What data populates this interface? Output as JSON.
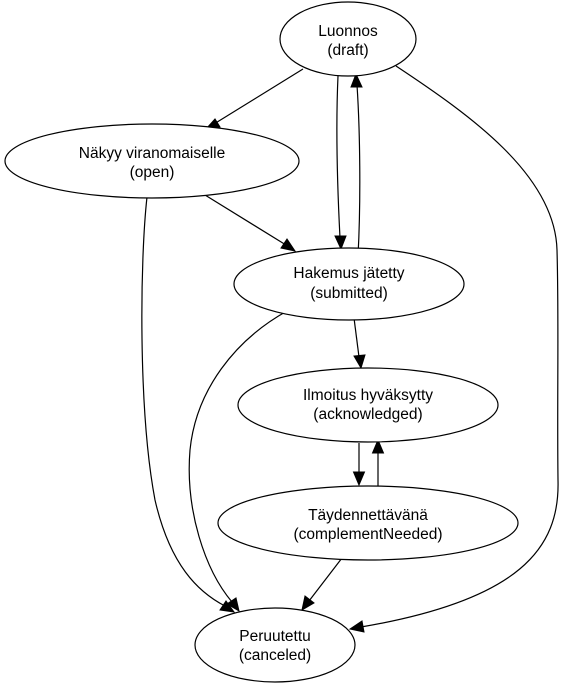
{
  "diagram": {
    "type": "state-diagram",
    "nodes": {
      "draft": {
        "line1": "Luonnos",
        "line2": "(draft)"
      },
      "open": {
        "line1": "Näkyy viranomaiselle",
        "line2": "(open)"
      },
      "submitted": {
        "line1": "Hakemus jätetty",
        "line2": "(submitted)"
      },
      "acknowledged": {
        "line1": "Ilmoitus hyväksytty",
        "line2": "(acknowledged)"
      },
      "complementNeeded": {
        "line1": "Täydennettävänä",
        "line2": "(complementNeeded)"
      },
      "canceled": {
        "line1": "Peruutettu",
        "line2": "(canceled)"
      }
    },
    "edges": [
      {
        "from": "draft",
        "to": "open"
      },
      {
        "from": "draft",
        "to": "submitted"
      },
      {
        "from": "submitted",
        "to": "draft"
      },
      {
        "from": "draft",
        "to": "canceled"
      },
      {
        "from": "open",
        "to": "submitted"
      },
      {
        "from": "open",
        "to": "canceled"
      },
      {
        "from": "submitted",
        "to": "acknowledged"
      },
      {
        "from": "submitted",
        "to": "canceled"
      },
      {
        "from": "acknowledged",
        "to": "complementNeeded"
      },
      {
        "from": "complementNeeded",
        "to": "acknowledged"
      },
      {
        "from": "complementNeeded",
        "to": "canceled"
      }
    ]
  }
}
